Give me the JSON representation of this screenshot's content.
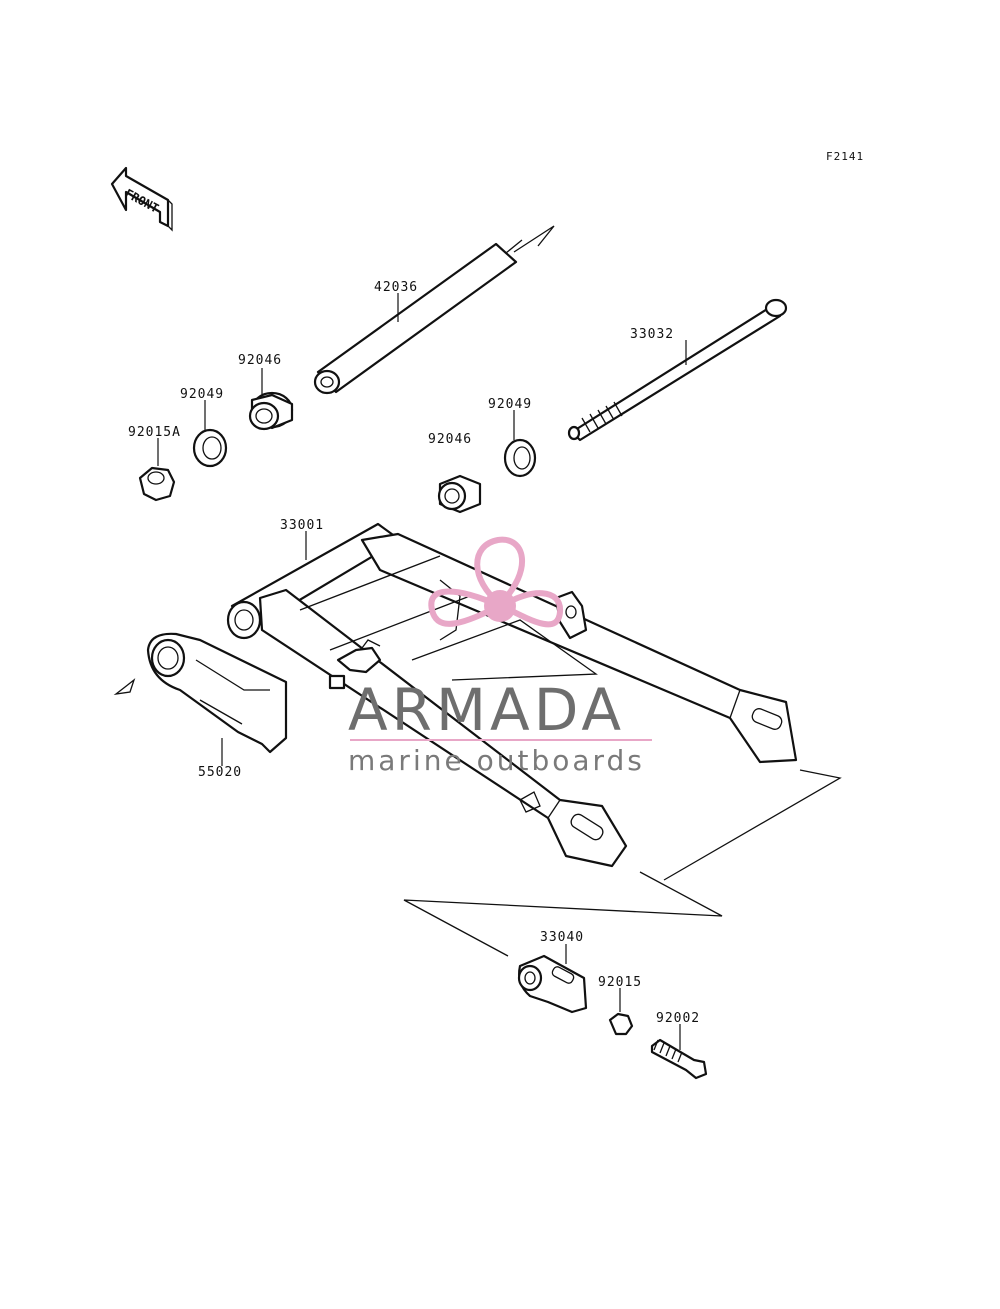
{
  "diagram_code": "F2141",
  "front_label": "FRONT",
  "parts": [
    {
      "id": "p42036",
      "label": "42036"
    },
    {
      "id": "p33032",
      "label": "33032"
    },
    {
      "id": "p92046a",
      "label": "92046"
    },
    {
      "id": "p92049a",
      "label": "92049"
    },
    {
      "id": "p92015A",
      "label": "92015A"
    },
    {
      "id": "p92049b",
      "label": "92049"
    },
    {
      "id": "p92046b",
      "label": "92046"
    },
    {
      "id": "p33001",
      "label": "33001"
    },
    {
      "id": "p55020",
      "label": "55020"
    },
    {
      "id": "p33040",
      "label": "33040"
    },
    {
      "id": "p92015",
      "label": "92015"
    },
    {
      "id": "p92002",
      "label": "92002"
    }
  ],
  "watermark": {
    "brand": "ARMADA",
    "tagline": "marine outboards",
    "logo_color": "#e8a7c7",
    "line_color": "#e8a7c7"
  }
}
